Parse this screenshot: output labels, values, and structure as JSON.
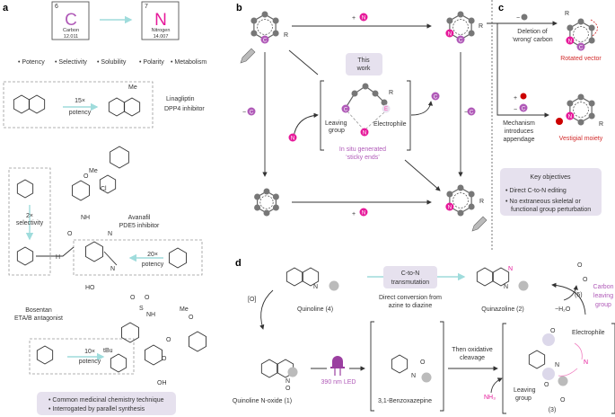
{
  "panels": {
    "a": {
      "label": "a",
      "carbon": {
        "number": "6",
        "symbol": "C",
        "name": "Carbon",
        "mass": "12.011"
      },
      "nitrogen": {
        "number": "7",
        "symbol": "N",
        "name": "Nitrogen",
        "mass": "14.007"
      },
      "properties": [
        "Potency",
        "Selectivity",
        "Solubility",
        "Polarity",
        "Metabolism"
      ],
      "linagliptin": {
        "fold": "15×",
        "effect": "potency",
        "name": "Linagliptin",
        "target": "DPP4 inhibitor",
        "me": "Me"
      },
      "avanafil": {
        "fold_sel": "2×",
        "effect_sel": "selectivity",
        "fold_pot": "20×",
        "effect_pot": "potency",
        "name": "Avanafil",
        "target": "PDE5 inhibitor",
        "labels": [
          "Me",
          "O",
          "Cl",
          "NH",
          "O",
          "N",
          "H",
          "HO",
          "N"
        ]
      },
      "bosentan": {
        "fold": "10×",
        "effect": "potency",
        "name": "Bosentan",
        "target": "ETA/B antagonist",
        "labels": [
          "O",
          "S",
          "O",
          "NH",
          "Me",
          "O",
          "tBu",
          "O",
          "O",
          "OH"
        ]
      },
      "notes": [
        "Common medicinal chemistry technique",
        "Interrogated by parallel synthesis"
      ]
    },
    "b": {
      "label": "b",
      "plus_n": "+",
      "minus_c": "−",
      "this_work": [
        "This",
        "work"
      ],
      "leaving_group": [
        "Leaving",
        "group"
      ],
      "electrophile": "Electrophile",
      "sticky": [
        "In situ generated",
        "‘sticky ends’"
      ],
      "atom_c": "C",
      "atom_n": "N",
      "atom_e": "E",
      "r": "R"
    },
    "c": {
      "label": "c",
      "deletion": [
        "Deletion of",
        "‘wrong’ carbon"
      ],
      "rotated": "Rotated vector",
      "mechanism": [
        "Mechanism",
        "introduces",
        "appendage"
      ],
      "vestigial": "Vestigial moiety",
      "objectives_title": "Key objectives",
      "objectives": [
        "Direct C-to-N editing",
        "No extraneous skeletal or",
        "functional group perturbation"
      ]
    },
    "d": {
      "label": "d",
      "quinoline": "Quinoline (4)",
      "transmutation": [
        "C-to-N",
        "transmutation"
      ],
      "direct": [
        "Direct conversion from",
        "azine to diazine"
      ],
      "quinazoline": "Quinazoline (2)",
      "carboxylate": "(5)",
      "carbon_lg": [
        "Carbon",
        "leaving",
        "group"
      ],
      "oxidation": "[O]",
      "minus_water": "−H₂O",
      "n_oxide": "Quinoline N-oxide (1)",
      "led": "390 nm LED",
      "benzoxazepine": "3,1-Benzoxazepine",
      "cleavage": [
        "Then oxidative",
        "cleavage"
      ],
      "electrophile": "Electrophile",
      "leaving_group": [
        "Leaving",
        "group"
      ],
      "nh3": "NH₃",
      "intermediate": "(3)"
    }
  },
  "colors": {
    "nitrogen": "#e6199a",
    "carbon": "#b05ab8",
    "atom": "#777777",
    "box": "#e6e1ee",
    "teal_arrow": "#9fdcdc",
    "red": "#d22b2b"
  }
}
